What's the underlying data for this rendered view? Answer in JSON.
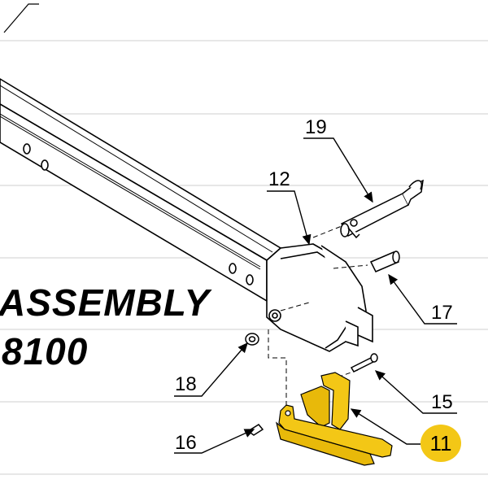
{
  "title": {
    "line1": "ASSEMBLY",
    "line2": "8100"
  },
  "callouts": {
    "c19": "19",
    "c12": "12",
    "c17": "17",
    "c18": "18",
    "c15": "15",
    "c16": "16",
    "c11": "11"
  },
  "colors": {
    "highlight": "#f3c716",
    "line": "#000000",
    "rule": "#cfcfcf"
  }
}
